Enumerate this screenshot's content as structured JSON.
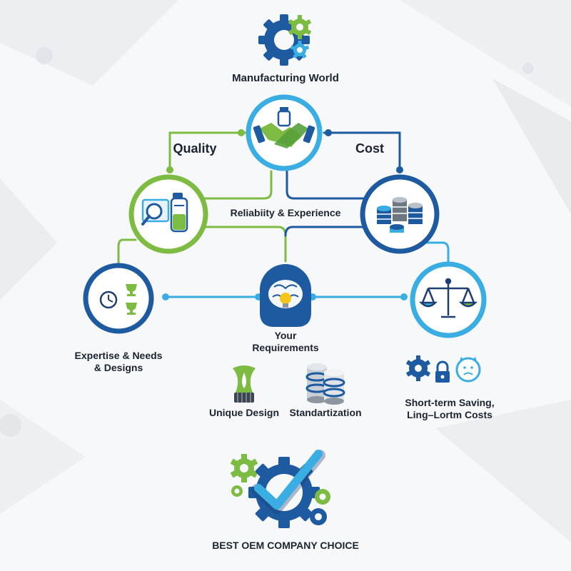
{
  "brand": {
    "title": "Manufacturing World",
    "icon": "gears-icon"
  },
  "colors": {
    "green": "#7dbb42",
    "blue": "#1e5aa0",
    "lightblue": "#3aaee3",
    "navy": "#1f3f73",
    "grey": "#8d969f"
  },
  "edges": {
    "left": "Quality",
    "right": "Cost",
    "center": "Reliabiity & Experience"
  },
  "nodes": {
    "center_top": {
      "icon": "handshake-icon"
    },
    "left_mid": {
      "icon": "inspection-bottle-icon"
    },
    "right_mid": {
      "icon": "coin-stacks-icon"
    },
    "left_low": {
      "icon": "clock-trophy-icon",
      "label_line1": "Expertise & Needs",
      "label_line2": "& Designs"
    },
    "center_low": {
      "icon": "brain-bulb-icon",
      "label_line1": "Your",
      "label_line2": "Requirements"
    },
    "right_low": {
      "icon": "balance-scale-icon",
      "label_line1": "Short-term Saving,",
      "label_line2": "Ling–Lortm Costs"
    }
  },
  "options": {
    "unique_design": {
      "label": "Unique Design",
      "icon": "dropper-icon"
    },
    "standardization": {
      "label": "Standartization",
      "icon": "database-stack-icon"
    },
    "risks": {
      "icon": "gear-lock-sad-icon"
    }
  },
  "footer": {
    "title": "BEST OEM COMPANY CHOICE",
    "icon": "gear-check-icon"
  }
}
